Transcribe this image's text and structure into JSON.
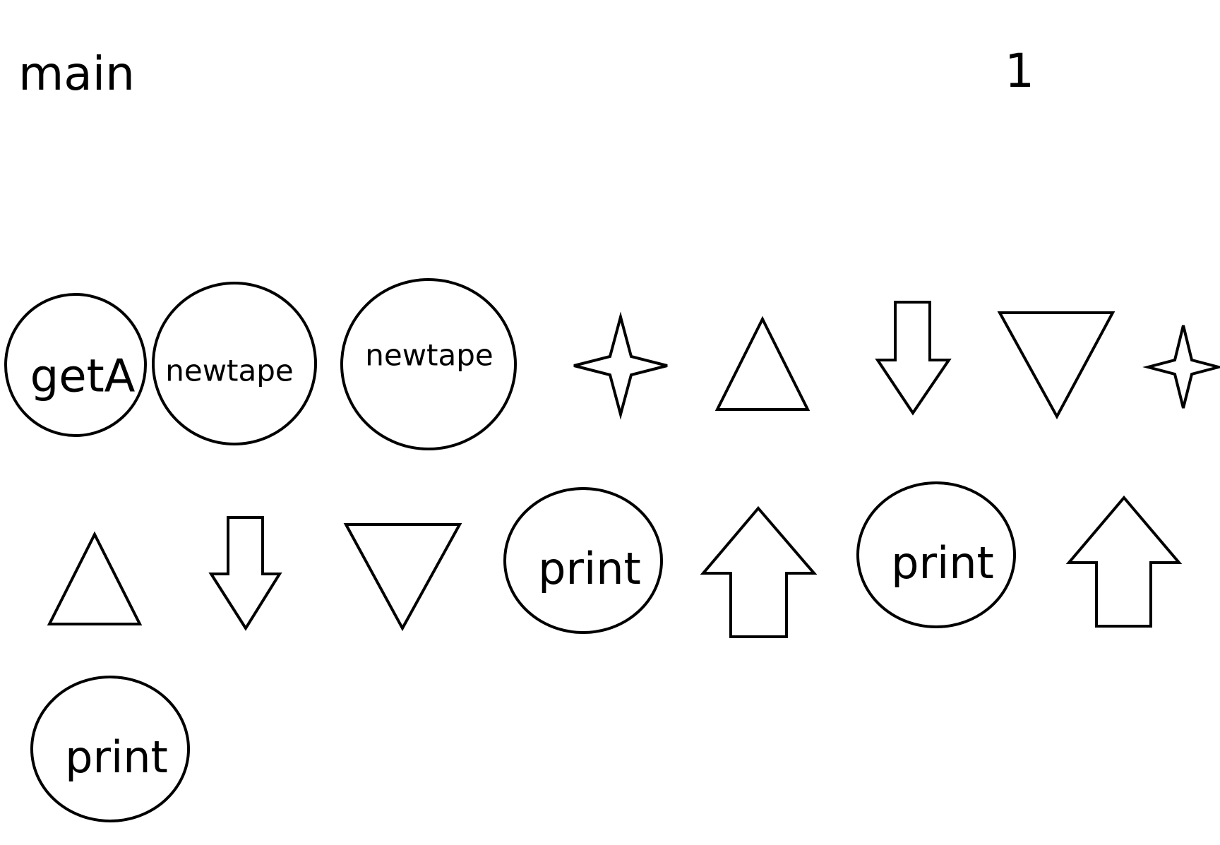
{
  "header": {
    "title": "main",
    "page_number": "1"
  },
  "blocks": {
    "get_a": {
      "label": "getA"
    },
    "newtape_1": {
      "label": "newtape"
    },
    "newtape_2": {
      "label": "newtape"
    },
    "print_1": {
      "label": "print"
    },
    "print_2": {
      "label": "print"
    },
    "print_3": {
      "label": "print"
    }
  },
  "colors": {
    "stroke": "#000000",
    "fill": "#ffffff",
    "background": "#ffffff"
  },
  "icons": [
    "four-point-star-icon",
    "triangle-up-icon",
    "arrow-down-icon",
    "triangle-down-icon",
    "arrow-up-icon"
  ]
}
